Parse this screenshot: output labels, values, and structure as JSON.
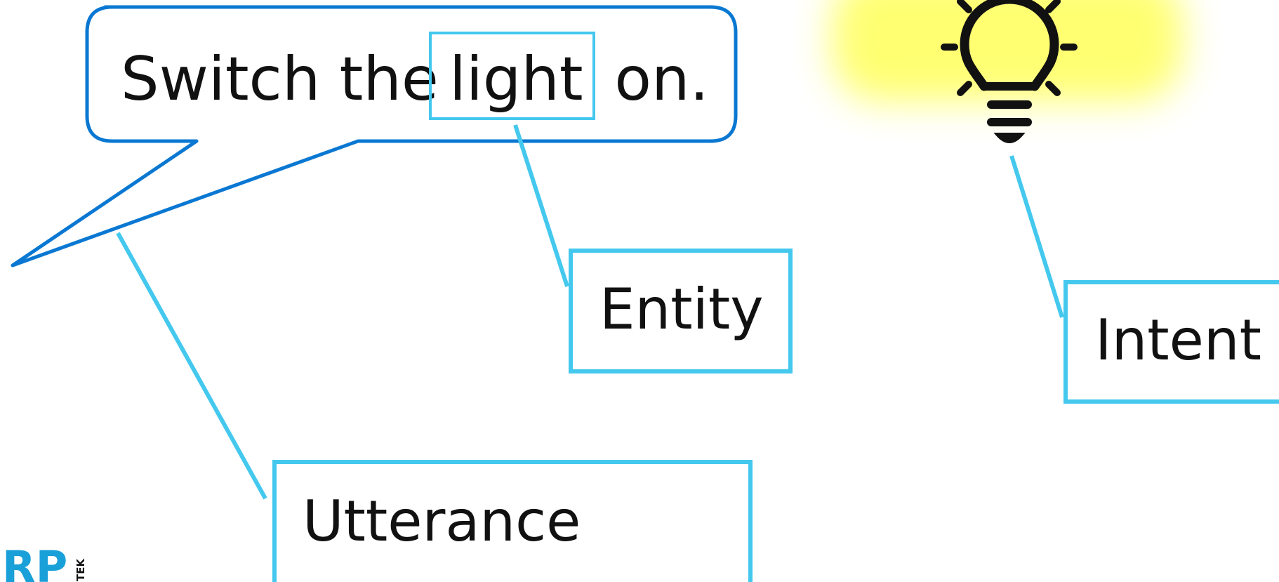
{
  "utterance": {
    "before": "Switch the ",
    "entity_word": "light",
    "after": " on."
  },
  "labels": {
    "entity": "Entity",
    "intent": "Intent",
    "utterance": "Utterance"
  },
  "logo": {
    "main": "RP",
    "side": "TEK"
  },
  "colors": {
    "bubble_stroke": "#0a78d2",
    "callout_stroke": "#44c8ee",
    "glow": "#ffff66",
    "text": "#111111"
  },
  "icons": {
    "bulb": "lightbulb-icon"
  }
}
